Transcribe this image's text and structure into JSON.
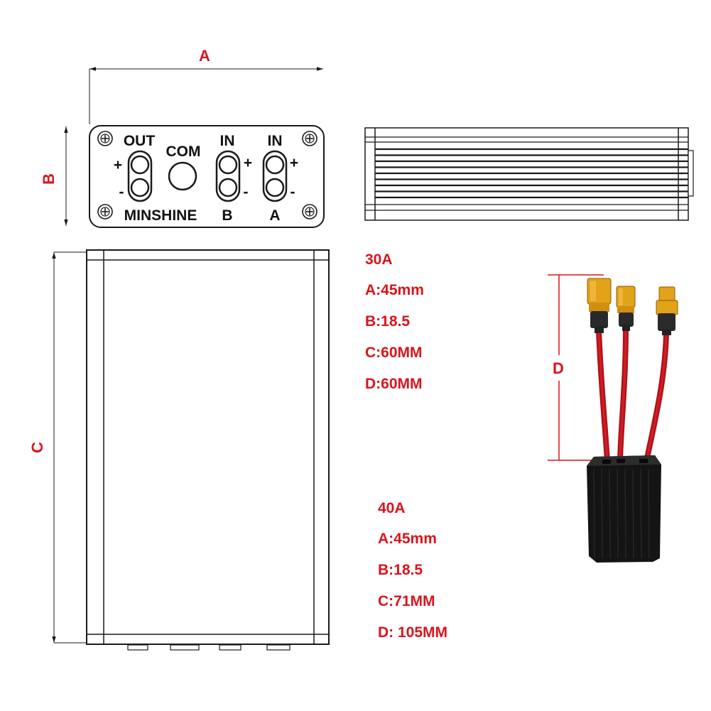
{
  "colors": {
    "accent_red": "#d9141c",
    "line": "#1a1a1a",
    "wire_red": "#c8141c",
    "connector_yellow": "#e2a21a",
    "connector_dark": "#2a2a2a",
    "case": "#141414"
  },
  "dimension_labels": {
    "a": "A",
    "b": "B",
    "c": "C",
    "d": "D"
  },
  "front_panel": {
    "out_label": "OUT",
    "com_label": "COM",
    "in_b_label": "IN",
    "in_a_label": "IN",
    "plus": "+",
    "minus": "-",
    "brand": "MINSHINE",
    "port_b": "B",
    "port_a": "A"
  },
  "specs": [
    {
      "title": "30A",
      "lines": [
        "A:45mm",
        "B:18.5",
        "C:60MM",
        "D:60MM"
      ]
    },
    {
      "title": "40A",
      "lines": [
        "A:45mm",
        "B:18.5",
        "C:71MM",
        "D: 105MM"
      ]
    }
  ]
}
